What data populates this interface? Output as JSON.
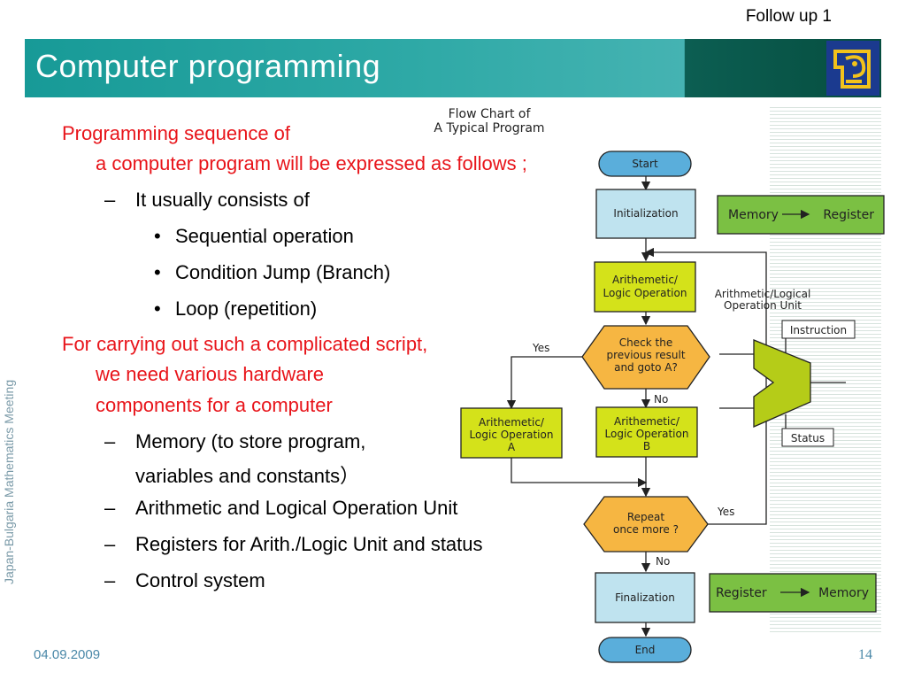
{
  "header": {
    "follow_up": "Follow up 1",
    "title": "Computer programming"
  },
  "side_text": "Japan-Bulgaria Mathematics Meeting",
  "bullets": [
    {
      "text": "Programming sequence of",
      "color": "#e8141a"
    },
    {
      "text": "a computer program will be expressed as follows ;",
      "color": "#e8141a"
    },
    {
      "text": "It usually consists of",
      "color": "#000000"
    },
    {
      "text": "Sequential operation",
      "color": "#000000"
    },
    {
      "text": "Condition Jump (Branch)",
      "color": "#000000"
    },
    {
      "text": "Loop (repetition)",
      "color": "#000000"
    },
    {
      "text": "For carrying out such a complicated script,",
      "color": "#e8141a"
    },
    {
      "text": "we need various hardware",
      "color": "#e8141a"
    },
    {
      "text": "components for a computer",
      "color": "#e8141a"
    },
    {
      "text": "Memory (to store program,",
      "color": "#000000"
    },
    {
      "text": "variables and constants）",
      "color": "#000000"
    },
    {
      "text": "Arithmetic and Logical Operation Unit",
      "color": "#000000"
    },
    {
      "text": "Registers for Arith./Logic Unit and status",
      "color": "#000000"
    },
    {
      "text": "Control system",
      "color": "#000000"
    }
  ],
  "marks": {
    "dash": "–",
    "dot": "•"
  },
  "flowchart": {
    "title_line1": "Flow Chart of",
    "title_line2": "A Typical Program",
    "start": "Start",
    "initialization": "Initialization",
    "op_line1": "Arithemetic/",
    "op_line2": "Logic Operation",
    "check_line1": "Check the",
    "check_line2": "previous result",
    "check_line3": "and goto A?",
    "yes": "Yes",
    "no": "No",
    "op_a_line1": "Arithemetic/",
    "op_a_line2": "Logic Operation",
    "op_a_line3": "A",
    "op_b_line1": "Arithemetic/",
    "op_b_line2": "Logic Operation",
    "op_b_line3": "B",
    "repeat_line1": "Repeat",
    "repeat_line2": "once more ?",
    "finalization": "Finalization",
    "end": "End",
    "mem_reg_left": "Memory",
    "mem_reg_right": "Register",
    "alu_label_line1": "Arithmetic/Logical",
    "alu_label_line2": "Operation Unit",
    "instruction": "Instruction",
    "status": "Status",
    "reg_mem_left": "Register",
    "reg_mem_right": "Memory"
  },
  "footer": {
    "date": "04.09.2009",
    "page": "14"
  }
}
